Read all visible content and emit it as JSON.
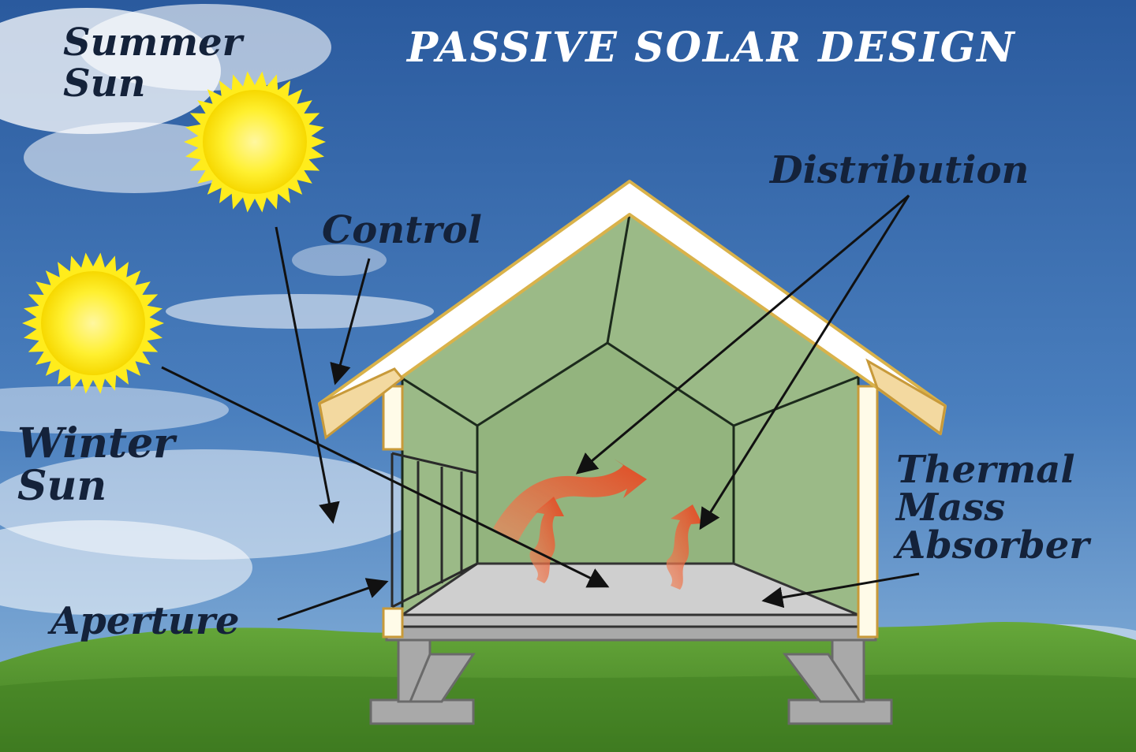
{
  "title": "PASSIVE SOLAR DESIGN",
  "labels": {
    "summer_line1": "Summer",
    "summer_line2": "Sun",
    "winter_line1": "Winter",
    "winter_line2": "Sun",
    "control": "Control",
    "distribution": "Distribution",
    "thermal_line1": "Thermal",
    "thermal_line2": "Mass",
    "thermal_line3": "Absorber",
    "aperture": "Aperture"
  },
  "icons": {
    "sun": "sun-icon",
    "heat": "heat-flow-arrow-icon"
  },
  "colors": {
    "sky_top": "#2c5fa3",
    "sky_bottom": "#7aa8d6",
    "grass": "#4f8f2a",
    "wall": "#98b884",
    "roof": "#ffffff",
    "sun": "#ffe81a",
    "heat": "#ee4a22",
    "floor": "#c9c9c9"
  }
}
